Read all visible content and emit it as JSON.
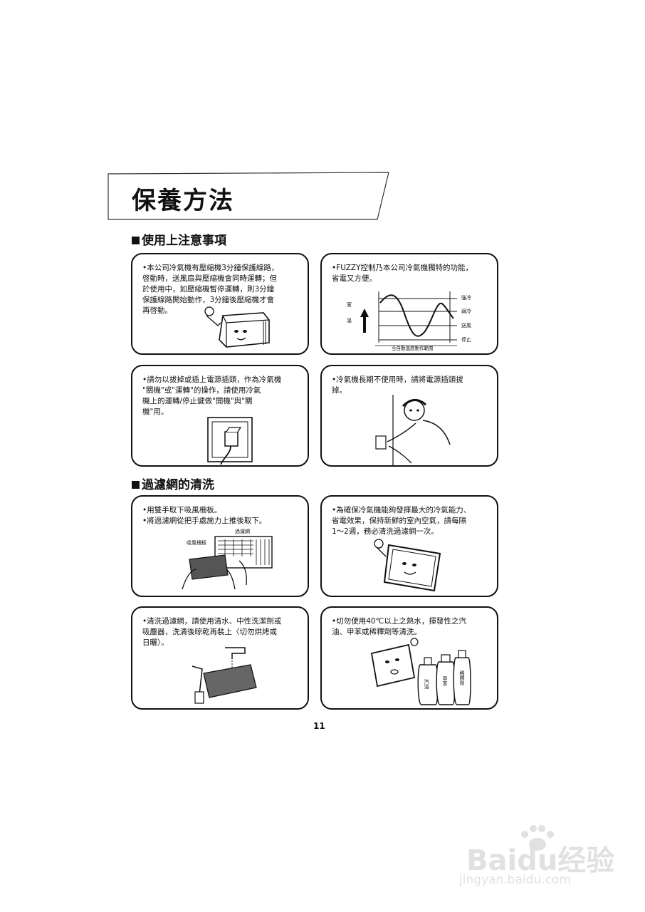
{
  "title": "保養方法",
  "sections": [
    {
      "heading": "使用上注意事項"
    },
    {
      "heading": "過濾網的清洗"
    }
  ],
  "cards": [
    {
      "text": "•本公司冷氣機有壓縮機3分鐘保護線路，\n啓動時，送風扇與壓縮機會同時運轉；但\n於使用中，如壓縮機暫停運轉，則3分鐘\n保護線路開始動作，3分鐘後壓縮機才會\n再啓動。"
    },
    {
      "text": "•FUZZY控制乃本公司冷氣機獨特的功能，\n省電又方便。",
      "chart": {
        "arrow_label": "室\n溫",
        "levels": [
          "強冷",
          "弱冷",
          "送風",
          "停止"
        ],
        "caption": "全自動溫度動作範圍"
      }
    },
    {
      "text": "•請勿以拔掉或插上電源插頭，作為冷氣機\n\"關機\"或\"運轉\"的操作，請使用冷氣\n機上的運轉/停止鍵做\"開機\"與\"關\n機\"用。"
    },
    {
      "text": "•冷氣機長期不使用時，請將電源插頭拔\n掉。"
    },
    {
      "text": "•用雙手取下吸風柵板。\n•將過濾網從把手處施力上推後取下。",
      "labels": {
        "filter": "過濾網",
        "grille": "吸風柵板"
      }
    },
    {
      "text": "•為確保冷氣機能夠發揮最大的冷氣能力、\n省電效果，保持新鮮的室內空氣，請每隔\n1～2週，務必清洗過濾網一次。"
    },
    {
      "text": "•清洗過濾網，請使用清水、中性洗潔劑或\n吸塵器，洗清後晾乾再裝上〈切勿烘烤或\n日曬〉。"
    },
    {
      "text": "•切勿使用40℃以上之熱水，揮發性之汽\n油、甲苯或稀釋劑等清洗。",
      "bottles": [
        "汽油",
        "甲苯",
        "稀釋劑"
      ]
    }
  ],
  "page_number": "11",
  "watermark": {
    "brand": "Baidu经验",
    "url": "jingyan.baidu.com"
  }
}
